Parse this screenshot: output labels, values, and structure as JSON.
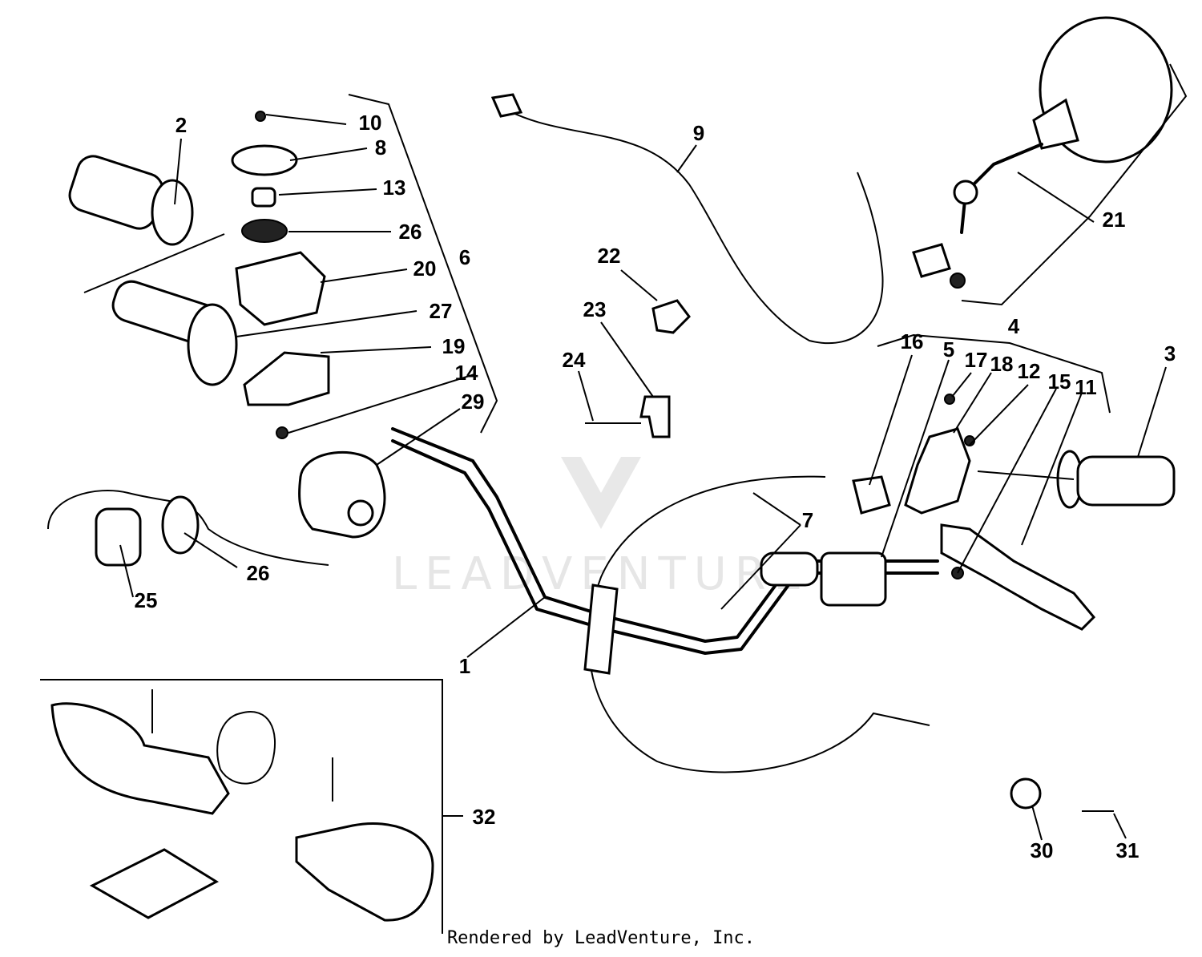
{
  "watermark": "LEADVENTURE",
  "footer": "Rendered by LeadVenture, Inc.",
  "callouts": [
    {
      "id": "1",
      "label": "1"
    },
    {
      "id": "2",
      "label": "2"
    },
    {
      "id": "3",
      "label": "3"
    },
    {
      "id": "4",
      "label": "4"
    },
    {
      "id": "5",
      "label": "5"
    },
    {
      "id": "6",
      "label": "6"
    },
    {
      "id": "7",
      "label": "7"
    },
    {
      "id": "8",
      "label": "8"
    },
    {
      "id": "9",
      "label": "9"
    },
    {
      "id": "10",
      "label": "10"
    },
    {
      "id": "11",
      "label": "11"
    },
    {
      "id": "12",
      "label": "12"
    },
    {
      "id": "13",
      "label": "13"
    },
    {
      "id": "14",
      "label": "14"
    },
    {
      "id": "15",
      "label": "15"
    },
    {
      "id": "16",
      "label": "16"
    },
    {
      "id": "17",
      "label": "17"
    },
    {
      "id": "18",
      "label": "18"
    },
    {
      "id": "19",
      "label": "19"
    },
    {
      "id": "20",
      "label": "20"
    },
    {
      "id": "21",
      "label": "21"
    },
    {
      "id": "22",
      "label": "22"
    },
    {
      "id": "23",
      "label": "23"
    },
    {
      "id": "24",
      "label": "24"
    },
    {
      "id": "25",
      "label": "25"
    },
    {
      "id": "26a",
      "label": "26"
    },
    {
      "id": "26b",
      "label": "26"
    },
    {
      "id": "27",
      "label": "27"
    },
    {
      "id": "29",
      "label": "29"
    },
    {
      "id": "30",
      "label": "30"
    },
    {
      "id": "31",
      "label": "31"
    },
    {
      "id": "32",
      "label": "32"
    }
  ]
}
